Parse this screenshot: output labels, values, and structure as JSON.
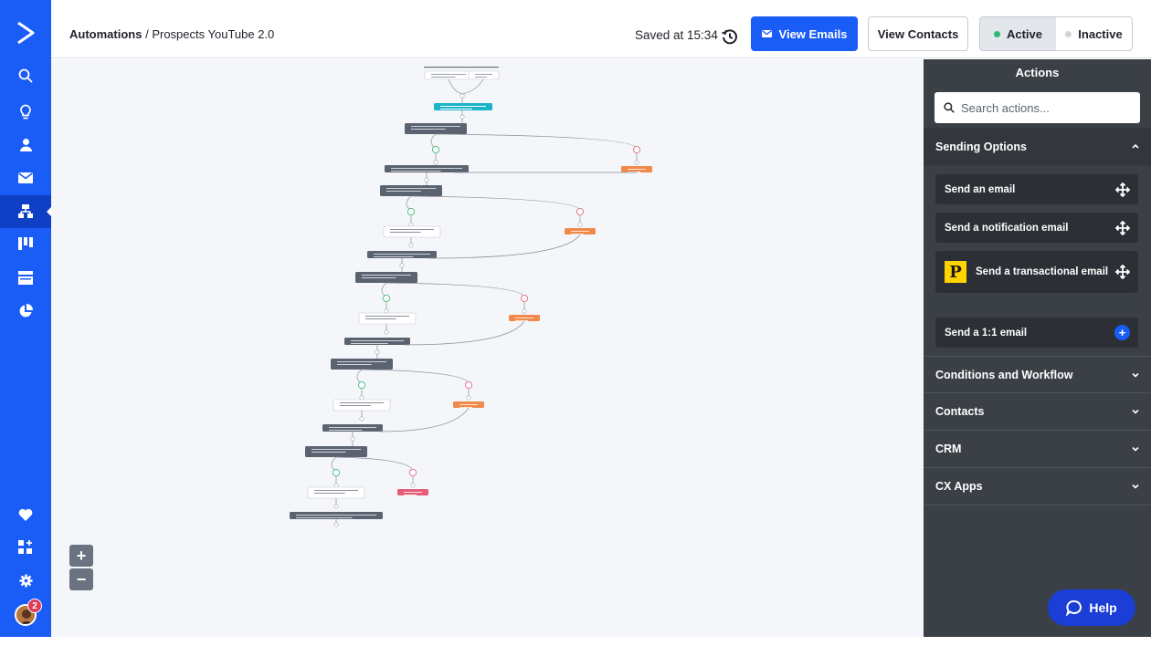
{
  "header": {
    "breadcrumb_root": "Automations",
    "breadcrumb_sep": "/",
    "automation_name": "Prospects YouTube 2.0",
    "saved_text": "Saved at 15:34",
    "view_emails_label": "View Emails",
    "view_contacts_label": "View Contacts",
    "active_label": "Active",
    "inactive_label": "Inactive"
  },
  "leftnav": {
    "items": [
      "search-icon",
      "lightbulb-icon",
      "contacts-icon",
      "email-icon",
      "automations-icon",
      "deals-icon",
      "site-icon",
      "reports-icon"
    ],
    "bottom": [
      "heart-icon",
      "apps-icon",
      "settings-icon"
    ],
    "notification_count": "2",
    "active_item": "automations-icon"
  },
  "canvas": {
    "zoom_in": "+",
    "zoom_out": "−"
  },
  "panel": {
    "title": "Actions",
    "search_placeholder": "Search actions...",
    "sections": [
      {
        "label": "Sending Options",
        "expanded": true
      },
      {
        "label": "Conditions and Workflow",
        "expanded": false
      },
      {
        "label": "Contacts",
        "expanded": false
      },
      {
        "label": "CRM",
        "expanded": false
      },
      {
        "label": "CX Apps",
        "expanded": false
      }
    ],
    "sending_actions": [
      "Send an email",
      "Send a notification email",
      "Send a transactional email",
      "Send a 1:1 email"
    ],
    "transactional_logo_letter": "P"
  },
  "help_label": "Help",
  "colors": {
    "brand_blue": "#1a5cf6",
    "panel_bg": "#3b3f46",
    "canvas_bg": "#f4f6f9",
    "node_dark": "#5b6270",
    "node_teal": "#1ab3c8",
    "node_orange": "#f0894a",
    "node_pink": "#e35d7a",
    "active_dot": "#2eb872"
  }
}
